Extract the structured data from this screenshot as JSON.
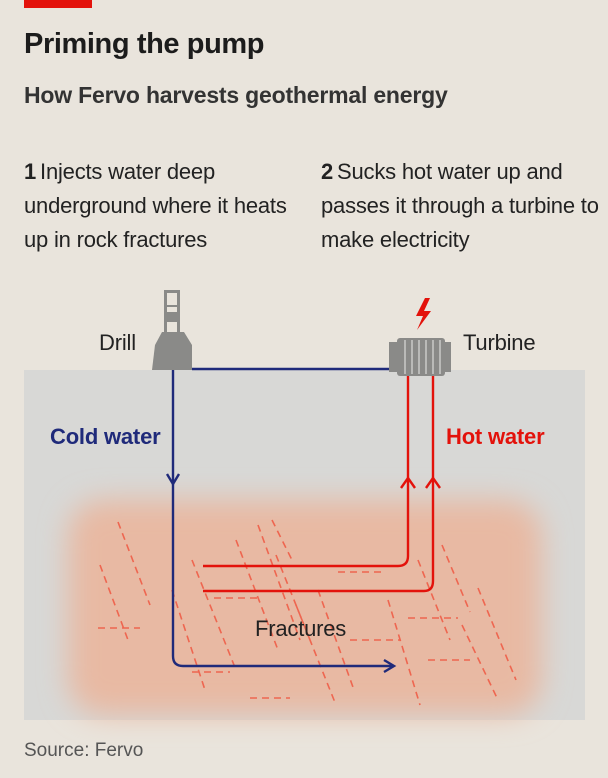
{
  "header": {
    "title": "Priming the pump",
    "subtitle": "How Fervo harvests geothermal energy"
  },
  "steps": [
    {
      "number": "1",
      "text": "Injects water deep underground where it heats up in rock fractures"
    },
    {
      "number": "2",
      "text": "Sucks hot water up and passes it through a turbine to make electricity"
    }
  ],
  "diagram": {
    "labels": {
      "drill": "Drill",
      "turbine": "Turbine",
      "cold_water": "Cold water",
      "hot_water": "Hot water",
      "fractures": "Fractures"
    },
    "colors": {
      "background": "#e9e4dc",
      "ground": "#d8d8d6",
      "hot_rock": "#e8b9a3",
      "cold_water_line": "#1f2a7a",
      "hot_water_line": "#e3120b",
      "fracture_lines": "#ee6650",
      "equipment": "#8a8a88",
      "accent": "#e3120b"
    },
    "icons": [
      "drill-rig-icon",
      "turbine-icon",
      "lightning-bolt-icon"
    ]
  },
  "footer": {
    "source": "Source: Fervo"
  }
}
